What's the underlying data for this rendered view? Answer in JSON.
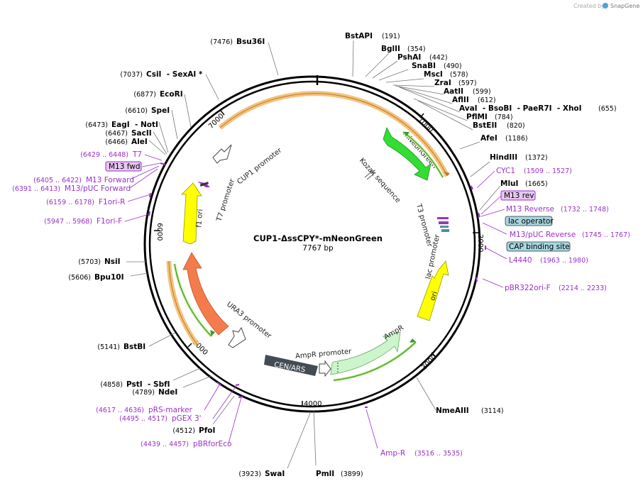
{
  "credit": {
    "prefix": "Created by",
    "brand": "SnapGene"
  },
  "plasmid": {
    "name": "CUP1-ΔssCPY*-mNeonGreen",
    "size": "7767 bp"
  },
  "ticks": [
    "1000",
    "2000",
    "3000",
    "4000",
    "5000",
    "6000",
    "7000"
  ],
  "sites": [
    {
      "name": "BstAPI",
      "pos": "(191)"
    },
    {
      "name": "BglII",
      "pos": "(354)"
    },
    {
      "name": "PshAI",
      "pos": "(442)"
    },
    {
      "name": "SnaBI",
      "pos": "(490)"
    },
    {
      "name": "MscI",
      "pos": "(578)"
    },
    {
      "name": "ZraI",
      "pos": "(597)"
    },
    {
      "name": "AatII",
      "pos": "(599)"
    },
    {
      "name": "AflII",
      "pos": "(612)"
    },
    {
      "name": "AvaI  - BsoBI  - PaeR7I  - XhoI",
      "pos": "(655)"
    },
    {
      "name": "PflMI",
      "pos": "(784)"
    },
    {
      "name": "BstEII",
      "pos": "(820)"
    },
    {
      "name": "AfeI",
      "pos": "(1186)"
    },
    {
      "name": "HindIII",
      "pos": "(1372)"
    },
    {
      "name": "MluI",
      "pos": "(1665)"
    },
    {
      "name": "NmeAIII",
      "pos": "(3114)"
    },
    {
      "name": "PmlI",
      "pos": "(3899)"
    },
    {
      "name": "SwaI",
      "pos": "(3923)"
    },
    {
      "name": "PfoI",
      "pos": "(4512)"
    },
    {
      "name": "NdeI",
      "pos": "(4789)"
    },
    {
      "name": "PstI  - SbfI",
      "pos": "(4858)"
    },
    {
      "name": "BstBI",
      "pos": "(5141)"
    },
    {
      "name": "Bpu10I",
      "pos": "(5606)"
    },
    {
      "name": "NsiI",
      "pos": "(5703)"
    },
    {
      "name": "AleI",
      "pos": "(6466)"
    },
    {
      "name": "SacII",
      "pos": "(6467)"
    },
    {
      "name": "EagI  - NotI",
      "pos": "(6473)"
    },
    {
      "name": "SpeI",
      "pos": "(6610)"
    },
    {
      "name": "EcoRI",
      "pos": "(6877)"
    },
    {
      "name": "CsiI  - SexAI *",
      "pos": "(7037)"
    },
    {
      "name": "Bsu36I",
      "pos": "(7476)"
    }
  ],
  "primers": [
    {
      "name": "CYC1",
      "pos": "(1509 .. 1527)"
    },
    {
      "name": "M13 rev",
      "pos": ""
    },
    {
      "name": "M13 Reverse",
      "pos": "(1732 .. 1748)"
    },
    {
      "name": "lac operator",
      "pos": ""
    },
    {
      "name": "M13/pUC Reverse",
      "pos": "(1745 .. 1767)"
    },
    {
      "name": "CAP binding site",
      "pos": ""
    },
    {
      "name": "L4440",
      "pos": "(1963 .. 1980)"
    },
    {
      "name": "pBR322ori-F",
      "pos": "(2214 .. 2233)"
    },
    {
      "name": "Amp-R",
      "pos": "(3516 .. 3535)"
    },
    {
      "name": "pBRforEco",
      "pos": "(4439 .. 4457)"
    },
    {
      "name": "pGEX 3'",
      "pos": "(4495 .. 4517)"
    },
    {
      "name": "pRS-marker",
      "pos": "(4617 .. 4636)"
    },
    {
      "name": "F1ori-F",
      "pos": "(5947 .. 5968)"
    },
    {
      "name": "F1ori-R",
      "pos": "(6159 .. 6178)"
    },
    {
      "name": "M13/pUC Forward",
      "pos": "(6391 .. 6413)"
    },
    {
      "name": "M13 Forward",
      "pos": "(6405 .. 6422)"
    },
    {
      "name": "M13 fwd",
      "pos": ""
    },
    {
      "name": "T7",
      "pos": "(6429 .. 6448)"
    }
  ],
  "features": {
    "mneongreen": "mNeonGreen",
    "kozak": "Kozak sequence",
    "t3": "T3 promoter",
    "lac": "lac promoter",
    "ori": "ori",
    "ampr": "AmpR",
    "ampr_promoter": "AmpR promoter",
    "cen": "CEN/ARS",
    "ura3": "URA3",
    "ura3_promoter": "URA3 promoter",
    "f1ori": "f1 ori",
    "t7": "T7 promoter",
    "cup1": "CUP1 promoter"
  },
  "colors": {
    "mneongreen": "#33dd33",
    "ori": "#ffff00",
    "f1ori": "#ffff00",
    "ura3": "#f47c4c",
    "ampr": "#ccf5cc",
    "cen": "#434c55",
    "primer": "#9b30c8",
    "orf_band": "#f5c27c",
    "orf_line": "#3a9a2a"
  }
}
